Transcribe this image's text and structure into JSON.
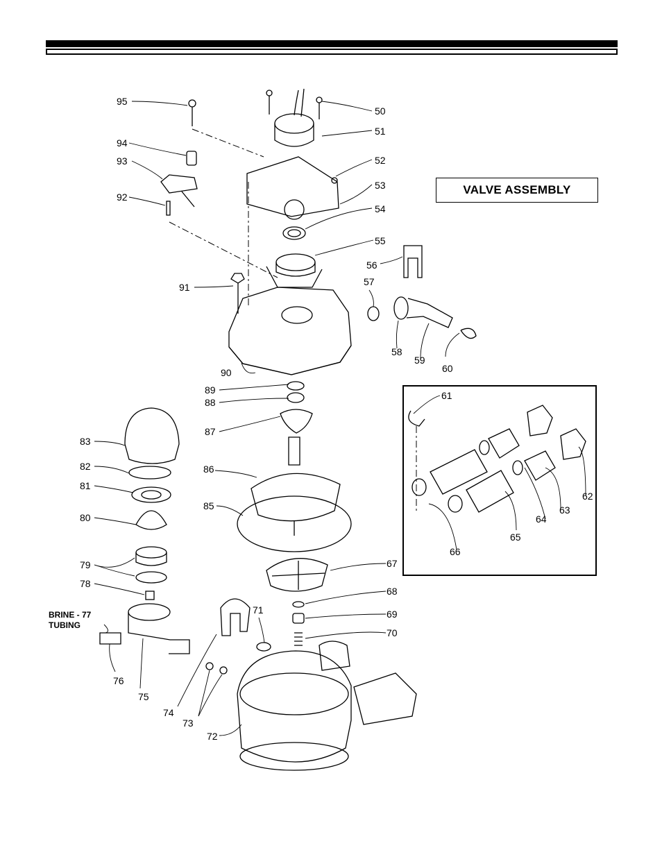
{
  "title": "VALVE ASSEMBLY",
  "brine_label": {
    "line1": "BRINE - 77",
    "line2": "TUBING"
  },
  "callouts": [
    "95",
    "94",
    "93",
    "92",
    "91",
    "90",
    "89",
    "88",
    "87",
    "86",
    "85",
    "83",
    "82",
    "81",
    "80",
    "79",
    "78",
    "76",
    "75",
    "74",
    "73",
    "72",
    "71",
    "70",
    "69",
    "68",
    "67",
    "66",
    "65",
    "64",
    "63",
    "62",
    "61",
    "60",
    "59",
    "58",
    "57",
    "56",
    "55",
    "54",
    "53",
    "52",
    "51",
    "50"
  ]
}
